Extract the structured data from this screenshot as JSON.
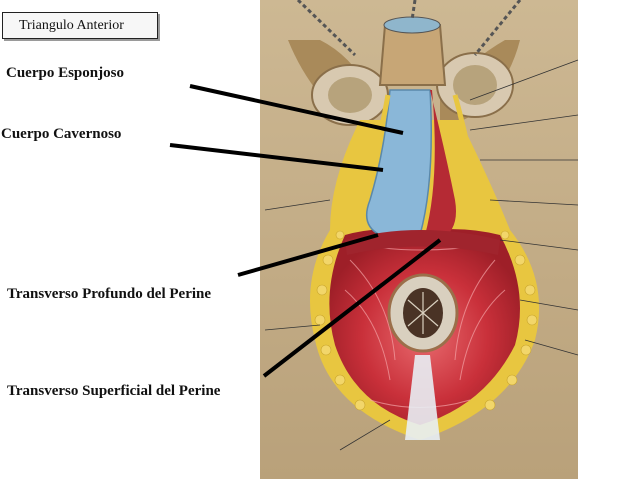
{
  "title": "Triangulo Anterior",
  "labels": {
    "cuerpo_esponjoso": "Cuerpo Esponjoso",
    "cuerpo_cavernoso": "Cuerpo Cavernoso",
    "transverso_profundo": "Transverso Profundo del Perine",
    "transverso_superficial": "Transverso Superficial del Perine"
  },
  "colors": {
    "muscle": "#c9303a",
    "fat": "#e8c640",
    "skin": "#c9b58c",
    "spongy_body": "#8ab7d8",
    "leader_line": "#000000"
  }
}
